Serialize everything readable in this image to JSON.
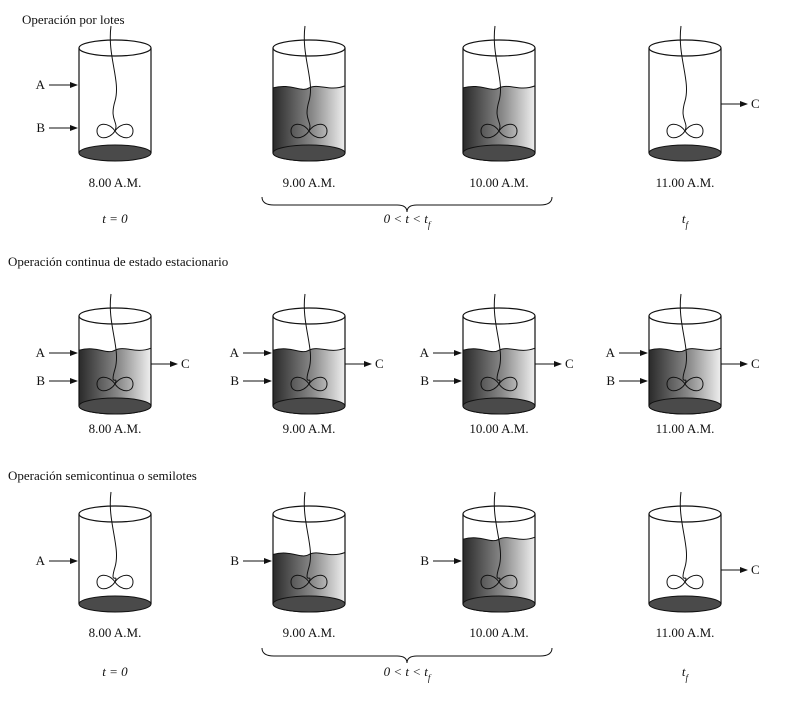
{
  "sections": [
    {
      "title": "Operación por lotes",
      "tanks": [
        {
          "time": "8.00 A.M.",
          "fill": 0,
          "inlets": [
            "A",
            "B"
          ],
          "outlet": ""
        },
        {
          "time": "9.00 A.M.",
          "fill": 0.62,
          "inlets": [],
          "outlet": ""
        },
        {
          "time": "10.00 A.M.",
          "fill": 0.62,
          "inlets": [],
          "outlet": ""
        },
        {
          "time": "11.00 A.M.",
          "fill": 0,
          "inlets": [],
          "outlet": "C"
        }
      ],
      "under": [
        "t = 0",
        "0 < t < t_f",
        "t_f"
      ]
    },
    {
      "title": "Operación continua de estado estacionario",
      "tanks": [
        {
          "time": "8.00 A.M.",
          "fill": 0.62,
          "inlets": [
            "A",
            "B"
          ],
          "outlet": "C"
        },
        {
          "time": "9.00 A.M.",
          "fill": 0.62,
          "inlets": [
            "A",
            "B"
          ],
          "outlet": "C"
        },
        {
          "time": "10.00 A.M.",
          "fill": 0.62,
          "inlets": [
            "A",
            "B"
          ],
          "outlet": "C"
        },
        {
          "time": "11.00 A.M.",
          "fill": 0.62,
          "inlets": [
            "A",
            "B"
          ],
          "outlet": "C"
        }
      ],
      "under": []
    },
    {
      "title": "Operación semicontinua o semilotes",
      "tanks": [
        {
          "time": "8.00 A.M.",
          "fill": 0,
          "inlets": [
            "A"
          ],
          "outlet": ""
        },
        {
          "time": "9.00 A.M.",
          "fill": 0.55,
          "inlets": [
            "B"
          ],
          "outlet": ""
        },
        {
          "time": "10.00 A.M.",
          "fill": 0.72,
          "inlets": [
            "B"
          ],
          "outlet": ""
        },
        {
          "time": "11.00 A.M.",
          "fill": 0,
          "inlets": [],
          "outlet": "C"
        }
      ],
      "under": [
        "t = 0",
        "0 < t < t_f",
        "t_f"
      ]
    }
  ]
}
